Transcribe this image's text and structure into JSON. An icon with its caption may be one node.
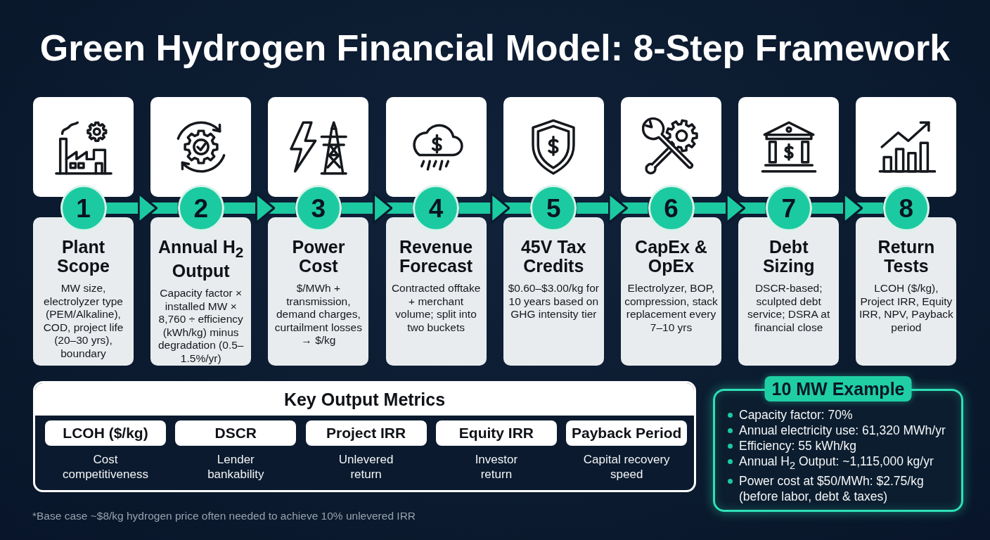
{
  "diagram": {
    "title": "Green Hydrogen Financial Model: 8-Step Framework",
    "nodes": [
      {
        "text": [],
        "shape": "box"
      },
      {
        "text": [
          "1"
        ]
      },
      {
        "text": [
          "Plant Scope",
          "MW size, electrolyzer type (PEM/Alkaline), COD, project life (20–30 yrs), boundary"
        ]
      },
      {
        "text": [],
        "shape": "box"
      },
      {
        "text": [
          "2"
        ]
      },
      {
        "text": [
          "Annual H$_{2}$ Output",
          "Capacity factor × installed MW × 8,760 ÷ efficiency (kWh/kg) minus degradation (0.5–1.5%/yr)"
        ]
      },
      {
        "text": [],
        "shape": "box"
      },
      {
        "text": [
          "3"
        ]
      },
      {
        "text": [
          "Power Cost",
          "$/MWh + transmission, demand charges, curtailment losses → $/kg"
        ]
      },
      {
        "text": [],
        "shape": "box"
      },
      {
        "text": [
          "4"
        ]
      },
      {
        "text": [
          "Revenue Forecast",
          "Contracted offtake + merchant volume; split into two buckets"
        ]
      },
      {
        "text": [],
        "shape": "box"
      },
      {
        "text": [
          "5"
        ]
      },
      {
        "text": [
          "45V Tax Credits",
          "$0.60–$3.00/kg for 10 years based on GHG intensity tier"
        ]
      },
      {
        "text": [],
        "shape": "box"
      },
      {
        "text": [
          "6"
        ]
      },
      {
        "text": [
          "CapEx & OpEx",
          "Electrolyzer, BOP, compression, stack replacement every 7–10 yrs"
        ]
      },
      {
        "text": [],
        "shape": "box"
      },
      {
        "text": [
          "7"
        ]
      },
      {
        "text": [
          "Debt Sizing",
          "DSCR-based; sculpted debt service; DSRA at financial close"
        ]
      },
      {
        "text": [],
        "shape": "box"
      },
      {
        "text": [
          "8"
        ]
      },
      {
        "text": [
          "Return Tests",
          "LCOH ($/kg), Project IRR, Equity IRR, NPV, Payback period"
        ]
      },
      {
        "text": [
          "Key Output Metrics"
        ]
      },
      {
        "text": [
          "LCOH ($/kg)"
        ],
        "in": 24,
        "beside": [
          "Cost competitiveness"
        ]
      },
      {
        "text": [
          "DSCR"
        ],
        "in": 24,
        "beside": [
          "Lender bankability"
        ]
      },
      {
        "text": [
          "Project IRR"
        ],
        "in": 24,
        "beside": [
          "Unlevered return"
        ]
      },
      {
        "text": [
          "Equity IRR"
        ],
        "in": 24,
        "beside": [
          "Investor return"
        ]
      },
      {
        "text": [
          "Payback Period"
        ],
        "in": 24,
        "beside": [
          "Capital recovery speed"
        ]
      },
      {
        "text": [
          "10 MW Example",
          "Capacity factor: 70%",
          "Annual electricity use: 61,320 MWh/yr",
          "Efficiency: 55 kWh/kg",
          "Annual H$_{2}$ Output: ~1,115,000 kg/yr",
          "Power cost at $50/MWh: $2.75/kg (before labor, debt & taxes)"
        ]
      }
    ],
    "edges": [
      {
        "from": 1,
        "to": 4,
        "arrow": "to"
      },
      {
        "from": 4,
        "to": 7,
        "arrow": "to"
      },
      {
        "from": 7,
        "to": 10,
        "arrow": "to"
      },
      {
        "from": 10,
        "to": 13,
        "arrow": "to"
      },
      {
        "from": 13,
        "to": 16,
        "arrow": "to"
      },
      {
        "from": 16,
        "to": 19,
        "arrow": "to"
      },
      {
        "from": 19,
        "to": 22,
        "arrow": "to"
      }
    ],
    "labels": [
      "*Base case ~$8/kg hydrogen price often needed to achieve 10% unlevered IRR"
    ]
  }
}
